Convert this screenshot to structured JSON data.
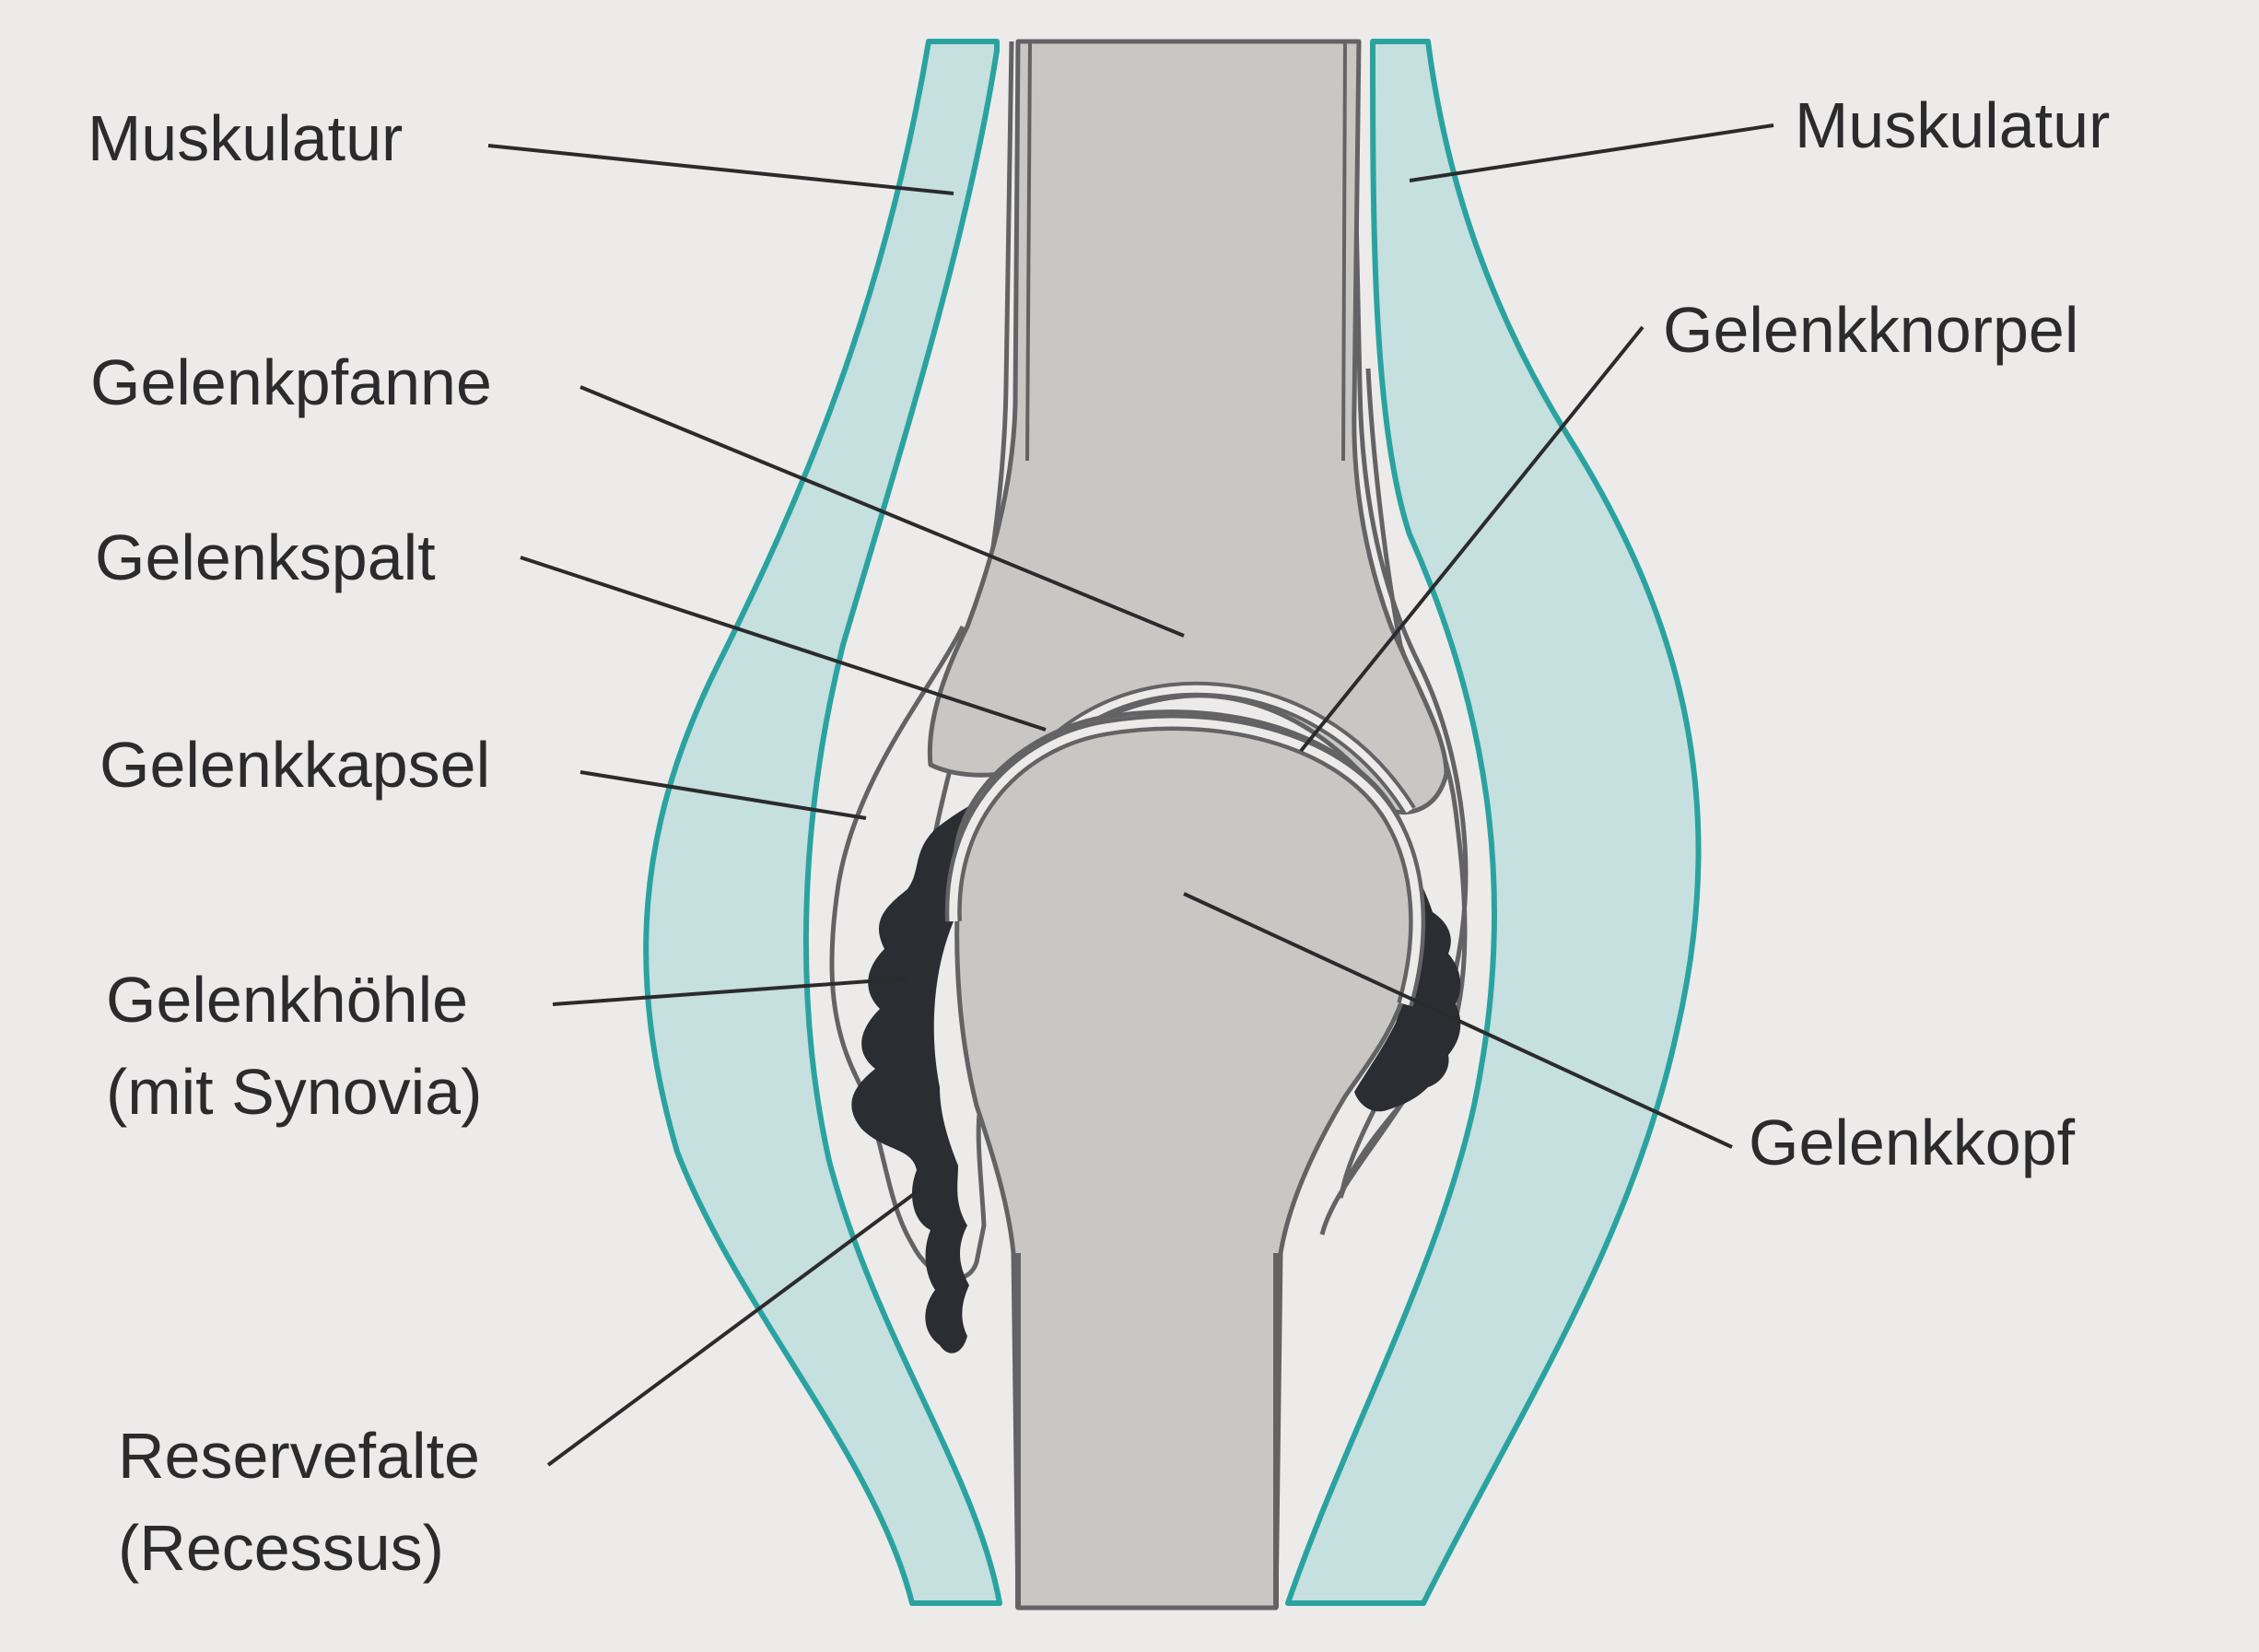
{
  "labels": {
    "muskulatur_left": "Muskulatur",
    "muskulatur_right": "Muskulatur",
    "gelenkpfanne": "Gelenkpfanne",
    "gelenkknorpel": "Gelenkknorpel",
    "gelenkspalt": "Gelenkspalt",
    "gelenkkapsel": "Gelenkkapsel",
    "gelenkhoehle": "Gelenkhöhle",
    "gelenkhoehle_sub": "(mit Synovia)",
    "gelenkkopf": "Gelenkkopf",
    "reservefalte": "Reservefalte",
    "reservefalte_sub": "(Recessus)"
  },
  "colors": {
    "background": "#ecebe9",
    "muscle_fill": "#c6dfdf",
    "muscle_stroke": "#2aa3a0",
    "bone_fill": "#c8c7c3",
    "bone_stroke": "#636366",
    "synovia": "#2a2d31",
    "leader": "#2b2b2d"
  }
}
